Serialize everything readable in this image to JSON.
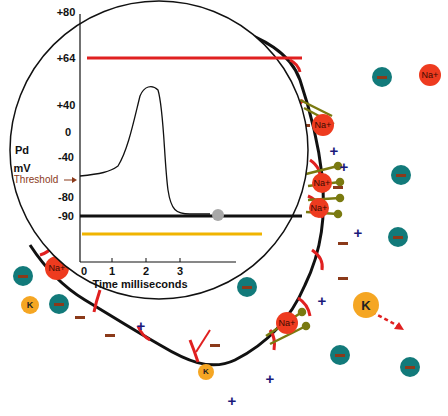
{
  "diagram": {
    "labels": [
      "+80",
      "+64",
      "+40",
      "0",
      "-40",
      "Threshold",
      "-80",
      "-90",
      "Pd",
      "mV",
      "0",
      "1",
      "2",
      "3",
      "Time milliseconds",
      "Na+",
      "Na+",
      "Na+",
      "Na+",
      "Na+",
      "Na+",
      "K",
      "K",
      "K",
      "+",
      "+",
      "+",
      "+",
      "+",
      "+",
      "+"
    ]
  }
}
